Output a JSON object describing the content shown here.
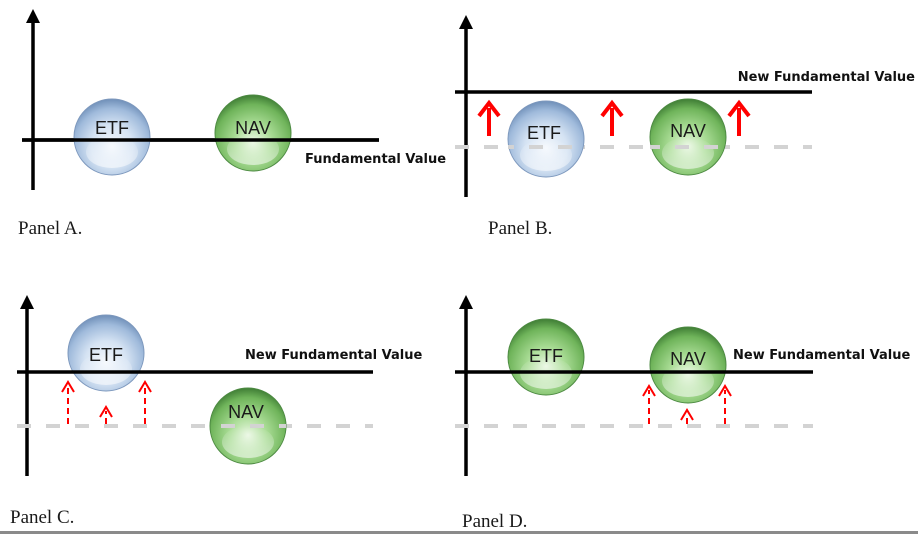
{
  "figure": {
    "panels": [
      {
        "id": "A",
        "caption": "Panel A.",
        "value_line_label": "Fundamental Value",
        "old_value_line": false,
        "bubbles": [
          {
            "label": "ETF",
            "color": "blue",
            "position": "at fundamental value"
          },
          {
            "label": "NAV",
            "color": "green",
            "position": "at fundamental value"
          }
        ],
        "arrows": []
      },
      {
        "id": "B",
        "caption": "Panel B.",
        "value_line_label": "New Fundamental Value",
        "old_value_line": true,
        "bubbles": [
          {
            "label": "ETF",
            "color": "blue",
            "position": "at old value"
          },
          {
            "label": "NAV",
            "color": "green",
            "position": "at old value"
          }
        ],
        "arrows": [
          {
            "style": "solid",
            "direction": "up"
          },
          {
            "style": "solid",
            "direction": "up"
          },
          {
            "style": "solid",
            "direction": "up"
          }
        ]
      },
      {
        "id": "C",
        "caption": "Panel C.",
        "value_line_label": "New Fundamental Value",
        "old_value_line": true,
        "bubbles": [
          {
            "label": "ETF",
            "color": "blue",
            "position": "at new value"
          },
          {
            "label": "NAV",
            "color": "green",
            "position": "at old value"
          }
        ],
        "arrows": [
          {
            "style": "dashed",
            "direction": "up",
            "target": "ETF"
          },
          {
            "style": "dashed",
            "direction": "up",
            "target": "ETF"
          },
          {
            "style": "dashed",
            "direction": "up",
            "target": "ETF"
          }
        ]
      },
      {
        "id": "D",
        "caption": "Panel D.",
        "value_line_label": "New Fundamental Value",
        "old_value_line": true,
        "bubbles": [
          {
            "label": "ETF",
            "color": "green",
            "position": "at new value"
          },
          {
            "label": "NAV",
            "color": "green",
            "position": "at new value"
          }
        ],
        "arrows": [
          {
            "style": "dashed",
            "direction": "up",
            "target": "NAV"
          },
          {
            "style": "dashed",
            "direction": "up",
            "target": "NAV"
          },
          {
            "style": "dashed",
            "direction": "up",
            "target": "NAV"
          }
        ]
      }
    ],
    "colors": {
      "axis": "#000000",
      "old_value_dash": "#d3d3d3",
      "arrow": "#ff0000",
      "etf_blue": "#a9c3e2",
      "nav_green": "#7ec16f"
    }
  }
}
